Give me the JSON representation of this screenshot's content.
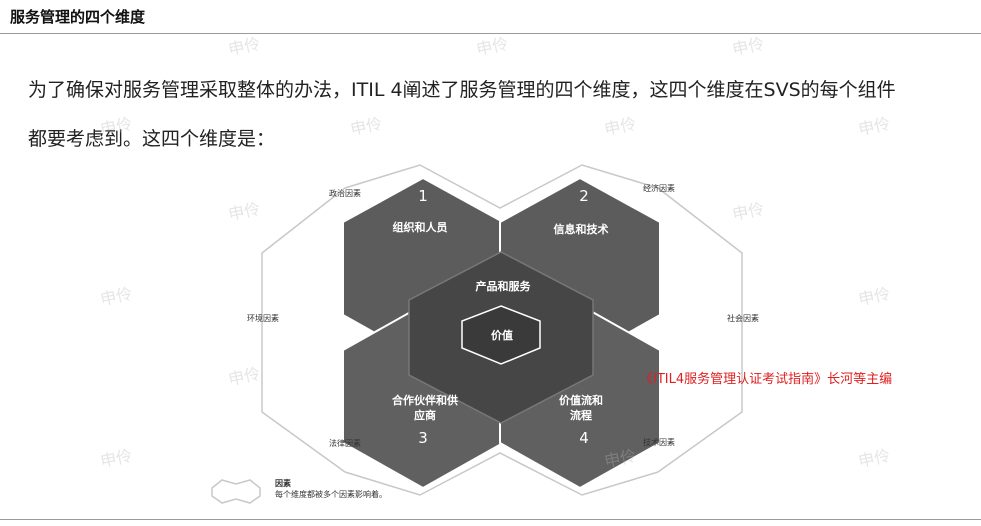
{
  "header": {
    "title": "服务管理的四个维度"
  },
  "paragraph": {
    "line1": "为了确保对服务管理采取整体的办法，ITIL 4阐述了服务管理的四个维度，这四个维度在SVS的每个组件",
    "line2": "都要考虑到。这四个维度是："
  },
  "diagram": {
    "dimensions": [
      {
        "number": "1",
        "name": "组织和人员"
      },
      {
        "number": "2",
        "name": "信息和技术"
      },
      {
        "number": "3",
        "name_line1": "合作伙伴和供",
        "name_line2": "应商"
      },
      {
        "number": "4",
        "name_line1": "价值流和",
        "name_line2": "流程"
      }
    ],
    "center_top": "产品和服务",
    "center": "价值",
    "factors": {
      "political": "政治因素",
      "economic": "经济因素",
      "environmental": "环境因素",
      "social": "社会因素",
      "legal": "法律因素",
      "technological": "技术因素"
    },
    "legend": {
      "title": "因素",
      "description": "每个维度都被多个因素影响着。"
    }
  },
  "caption": "《ITIL4服务管理认证考试指南》长河等主编",
  "watermark": "申伶"
}
